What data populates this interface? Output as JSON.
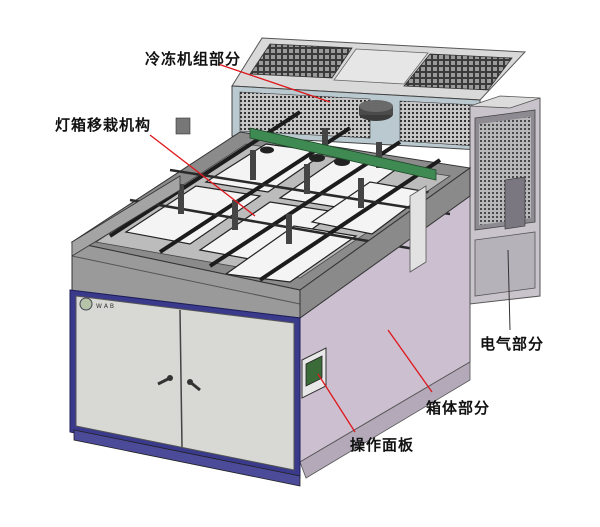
{
  "labels": {
    "refrigeration": "冷冻机组部分",
    "light_box": "灯箱移栽机构",
    "electrical": "电气部分",
    "cabinet": "箱体部分",
    "control_panel": "操作面板"
  },
  "badge_text": "W A B",
  "colors": {
    "leader": "#e0161b",
    "cabinet_side": "#cbbfd0",
    "door": "#d8d8d4",
    "frame_blue": "#35358f",
    "grille": "#2a2a2a",
    "green_tube": "#3f8a52",
    "panel_green": "#3c6b3a"
  }
}
